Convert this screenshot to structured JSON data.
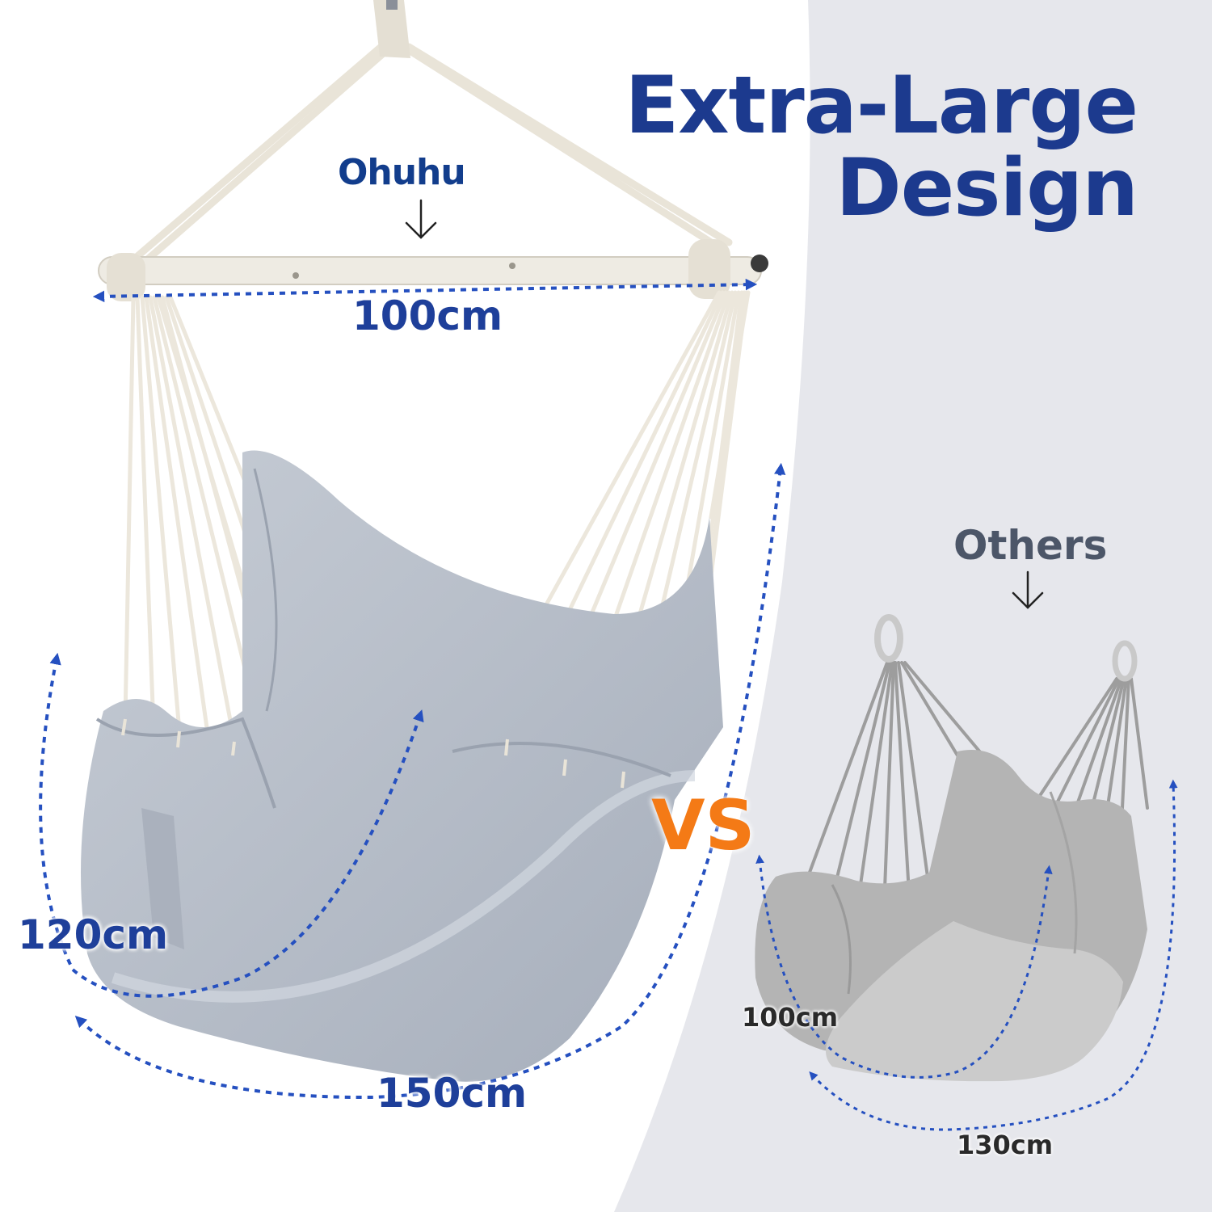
{
  "headline": {
    "line1": "Extra-Large",
    "line2": "Design"
  },
  "brand": {
    "name": "Ohuhu"
  },
  "comparison": {
    "vs_label": "VS",
    "others_label": "Others"
  },
  "ohuhu_dimensions": {
    "bar_width": "100cm",
    "seat_depth": "120cm",
    "seat_length": "150cm"
  },
  "others_dimensions": {
    "seat_depth": "100cm",
    "seat_length": "130cm"
  },
  "colors": {
    "headline_blue": "#1c3a8e",
    "dimension_blue": "#1e3f9a",
    "arrow_blue": "#2550c0",
    "vs_orange": "#f47a16",
    "others_gray": "#4c5668",
    "panel_gray": "#e6e7ec",
    "fabric_blue_gray": "#b5bcc6",
    "others_fabric_gray": "#c4c4c4",
    "rope_cream": "#f1ede4"
  },
  "icons": [
    "brand-logo-icon",
    "down-arrow-icon",
    "hammock-chair-image",
    "others-chair-image",
    "dimension-arrow-icon"
  ]
}
